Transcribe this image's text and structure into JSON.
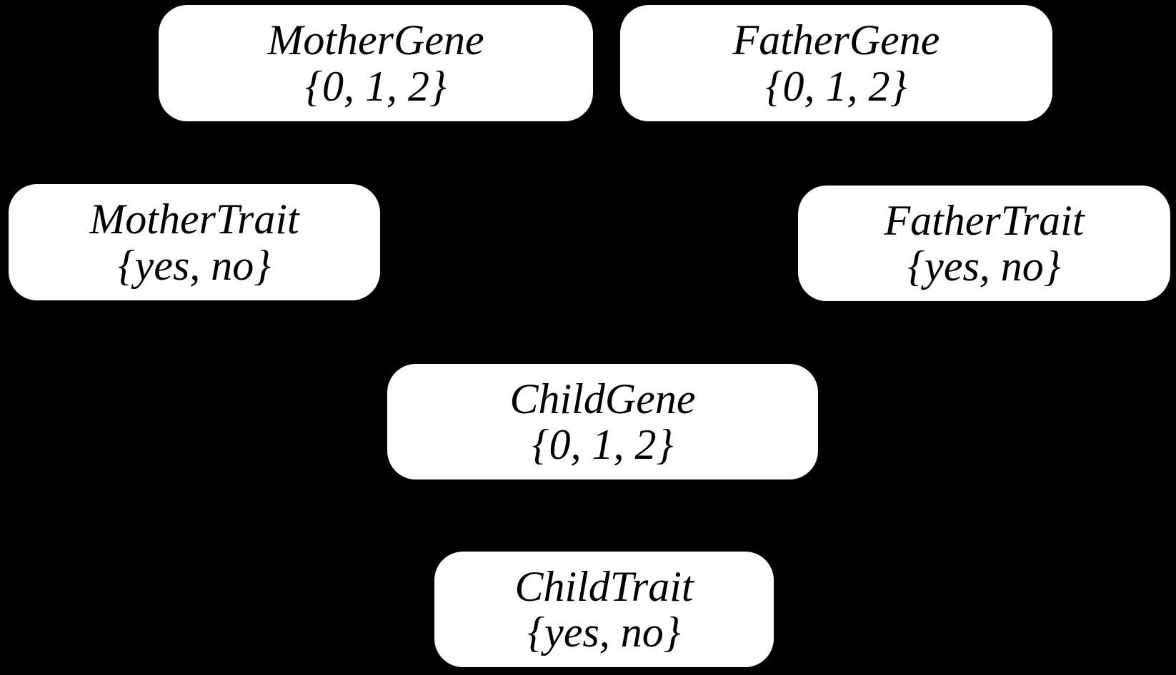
{
  "page": {
    "background_color": "#000000",
    "node_fill_color": "#ffffff",
    "node_text_color": "#000000"
  },
  "diagram": {
    "nodes": [
      {
        "name": "MotherGene",
        "values": "{0, 1, 2}"
      },
      {
        "name": "FatherGene",
        "values": "{0, 1, 2}"
      },
      {
        "name": "MotherTrait",
        "values": "{yes, no}"
      },
      {
        "name": "FatherTrait",
        "values": "{yes, no}"
      },
      {
        "name": "ChildGene",
        "values": "{0, 1, 2}"
      },
      {
        "name": "ChildTrait",
        "values": "{yes, no}"
      }
    ]
  }
}
